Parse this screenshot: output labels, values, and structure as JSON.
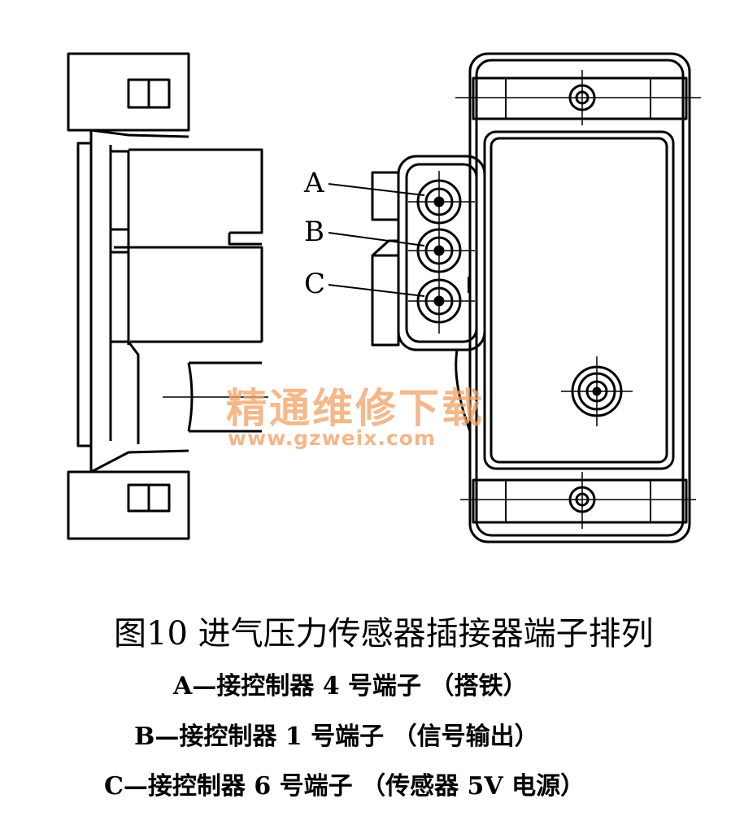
{
  "labels": {
    "a": "A",
    "b": "B",
    "c": "C"
  },
  "watermark": {
    "brand": "精通维修下载",
    "url": "www.gzweix.com",
    "color": "#f2a56a"
  },
  "caption": "图10 进气压力传感器插接器端子排列",
  "notes": {
    "a": "A—接控制器 4 号端子 （搭铁）",
    "b": "B—接控制器 1 号端子 （信号输出）",
    "c": "C—接控制器 6 号端子 （传感器 5V 电源）"
  }
}
